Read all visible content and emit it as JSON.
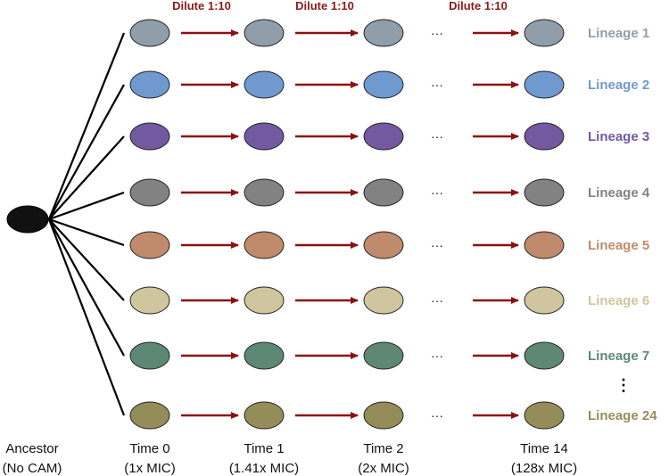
{
  "dilution": {
    "labels": [
      "Dilute 1:10",
      "Dilute 1:10",
      "Dilute 1:10"
    ],
    "arrow_color": "#8b1010"
  },
  "ancestor": {
    "label": [
      "Ancestor",
      "(No CAM)"
    ],
    "color": "#111111"
  },
  "timepoints": [
    {
      "line1": "Time 0",
      "line2": "(1x MIC)"
    },
    {
      "line1": "Time 1",
      "line2": "(1.41x MIC)"
    },
    {
      "line1": "Time 2",
      "line2": "(2x MIC)"
    },
    {
      "line1": "Time 14",
      "line2": "(128x MIC)"
    }
  ],
  "gap_symbol": "···",
  "vertical_gap_symbol": "⋮",
  "lineages": [
    {
      "label": "Lineage 1",
      "fill": "#8f9ea8",
      "text_color": "#8f9ea8"
    },
    {
      "label": "Lineage 2",
      "fill": "#6f99cf",
      "text_color": "#6f99cf"
    },
    {
      "label": "Lineage 3",
      "fill": "#7359a0",
      "text_color": "#7359a0"
    },
    {
      "label": "Lineage 4",
      "fill": "#828282",
      "text_color": "#828282"
    },
    {
      "label": "Lineage 5",
      "fill": "#bf8b6c",
      "text_color": "#bf8b6c"
    },
    {
      "label": "Lineage 6",
      "fill": "#cfc59f",
      "text_color": "#cfc59f"
    },
    {
      "label": "Lineage 7",
      "fill": "#5e8874",
      "text_color": "#5e8874"
    },
    {
      "label": "Lineage 24",
      "fill": "#958d59",
      "text_color": "#958d59"
    }
  ]
}
